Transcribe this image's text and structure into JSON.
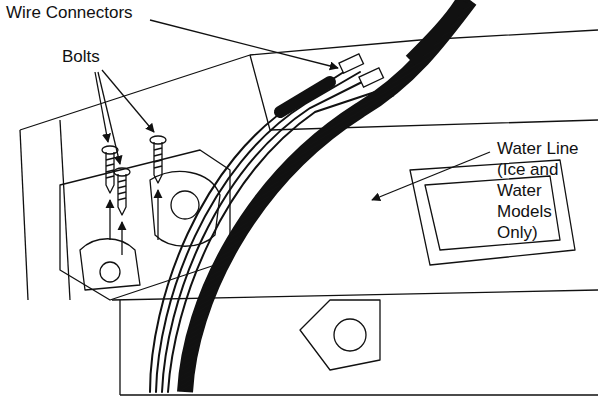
{
  "diagram": {
    "labels": [
      "Wire Connectors",
      "Bolts",
      "Water Line (Ice and Water Models Only)"
    ]
  }
}
